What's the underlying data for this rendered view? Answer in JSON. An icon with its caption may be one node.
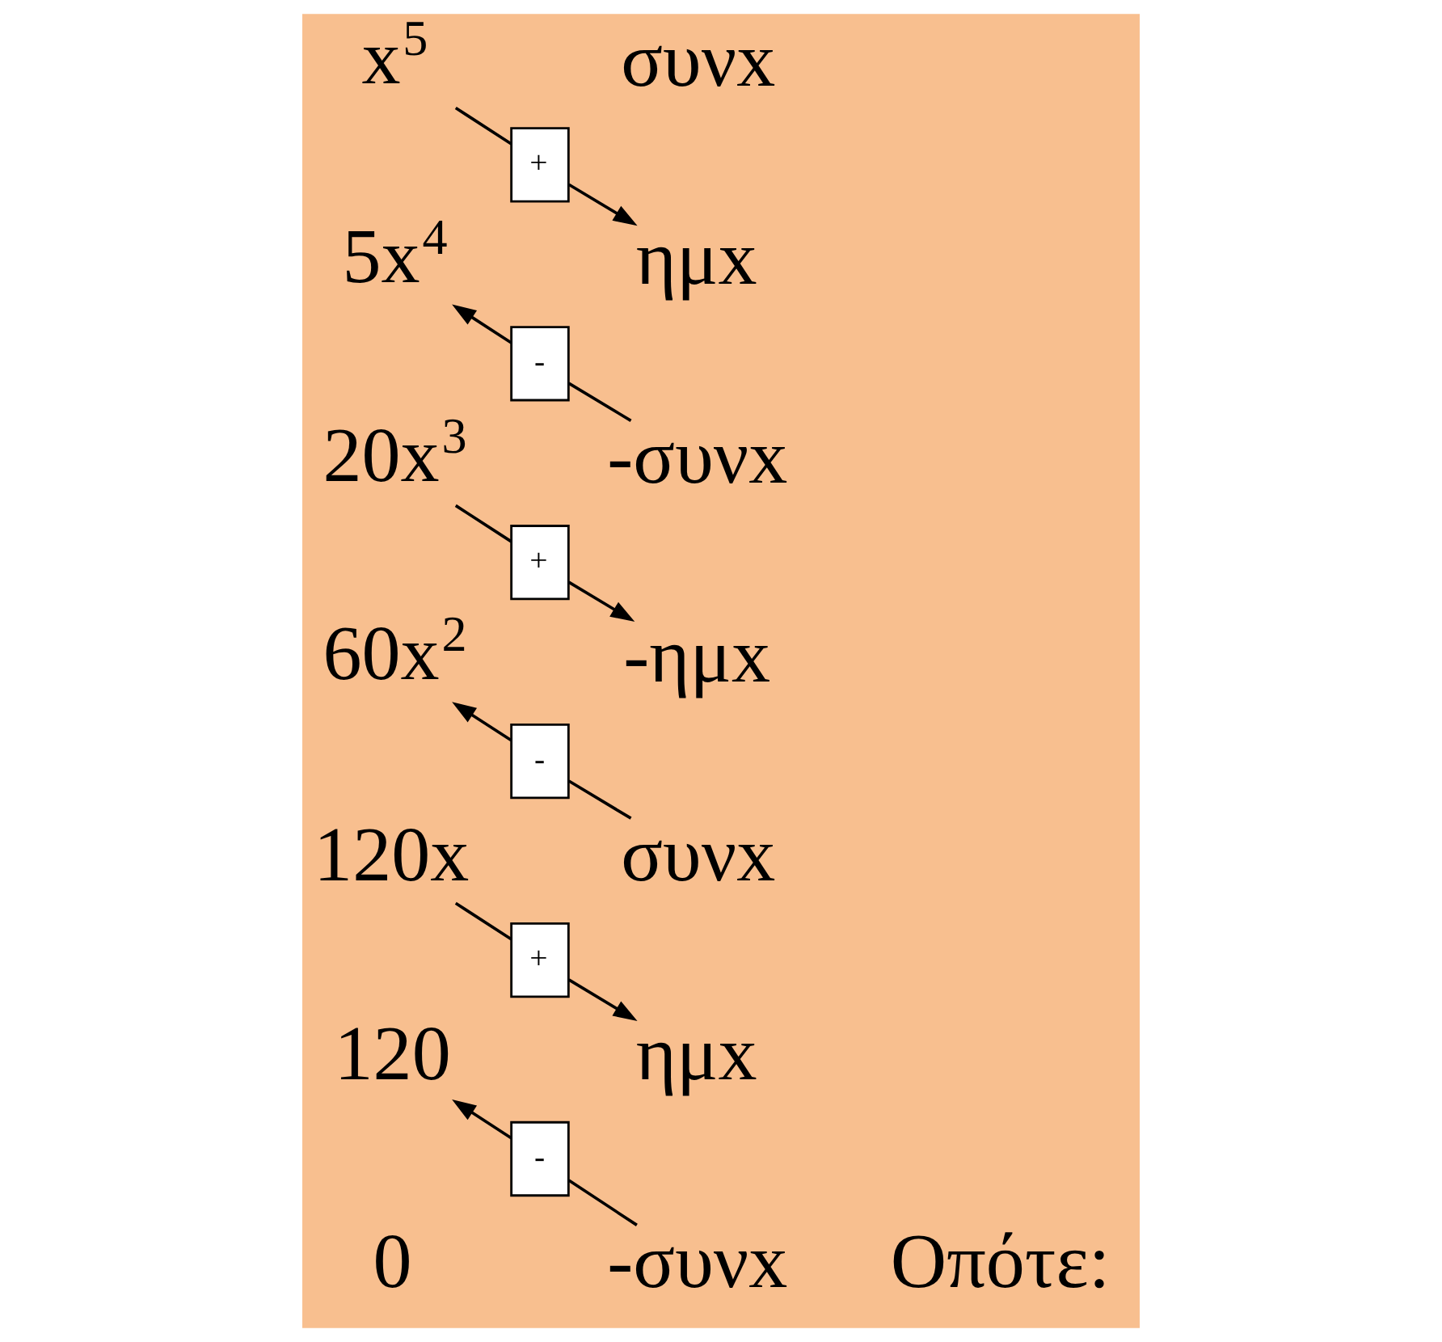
{
  "diagram": {
    "nodes": [
      {
        "text": [
          "x$^{5}$"
        ]
      },
      {
        "text": [
          "συνx"
        ]
      },
      {
        "text": [
          "+"
        ]
      },
      {
        "text": [
          "5x$^{4}$"
        ]
      },
      {
        "text": [
          "ημx"
        ]
      },
      {
        "text": [
          "-"
        ]
      },
      {
        "text": [
          "20x$^{3}$"
        ]
      },
      {
        "text": [
          "-συνx"
        ]
      },
      {
        "text": [
          "+"
        ]
      },
      {
        "text": [
          "60x$^{2}$"
        ]
      },
      {
        "text": [
          "-ημx"
        ]
      },
      {
        "text": [
          "-"
        ]
      },
      {
        "text": [
          "120x"
        ]
      },
      {
        "text": [
          "συνx"
        ]
      },
      {
        "text": [
          "+"
        ]
      },
      {
        "text": [
          "120"
        ]
      },
      {
        "text": [
          "ημx"
        ]
      },
      {
        "text": [
          "-"
        ]
      },
      {
        "text": [
          "0"
        ]
      },
      {
        "text": [
          "-συνx"
        ]
      }
    ],
    "edges": [
      {
        "from": 0,
        "to": 2,
        "arrow": "none"
      },
      {
        "from": 2,
        "to": 4,
        "arrow": "to"
      },
      {
        "from": 7,
        "to": 5,
        "arrow": "none"
      },
      {
        "from": 5,
        "to": 3,
        "arrow": "to"
      },
      {
        "from": 6,
        "to": 8,
        "arrow": "none"
      },
      {
        "from": 8,
        "to": 10,
        "arrow": "to"
      },
      {
        "from": 13,
        "to": 11,
        "arrow": "none"
      },
      {
        "from": 11,
        "to": 9,
        "arrow": "to"
      },
      {
        "from": 12,
        "to": 14,
        "arrow": "none"
      },
      {
        "from": 14,
        "to": 16,
        "arrow": "to"
      },
      {
        "from": 19,
        "to": 17,
        "arrow": "none"
      },
      {
        "from": 17,
        "to": 15,
        "arrow": "to"
      }
    ],
    "labels": [
      "Οπότε:"
    ]
  }
}
